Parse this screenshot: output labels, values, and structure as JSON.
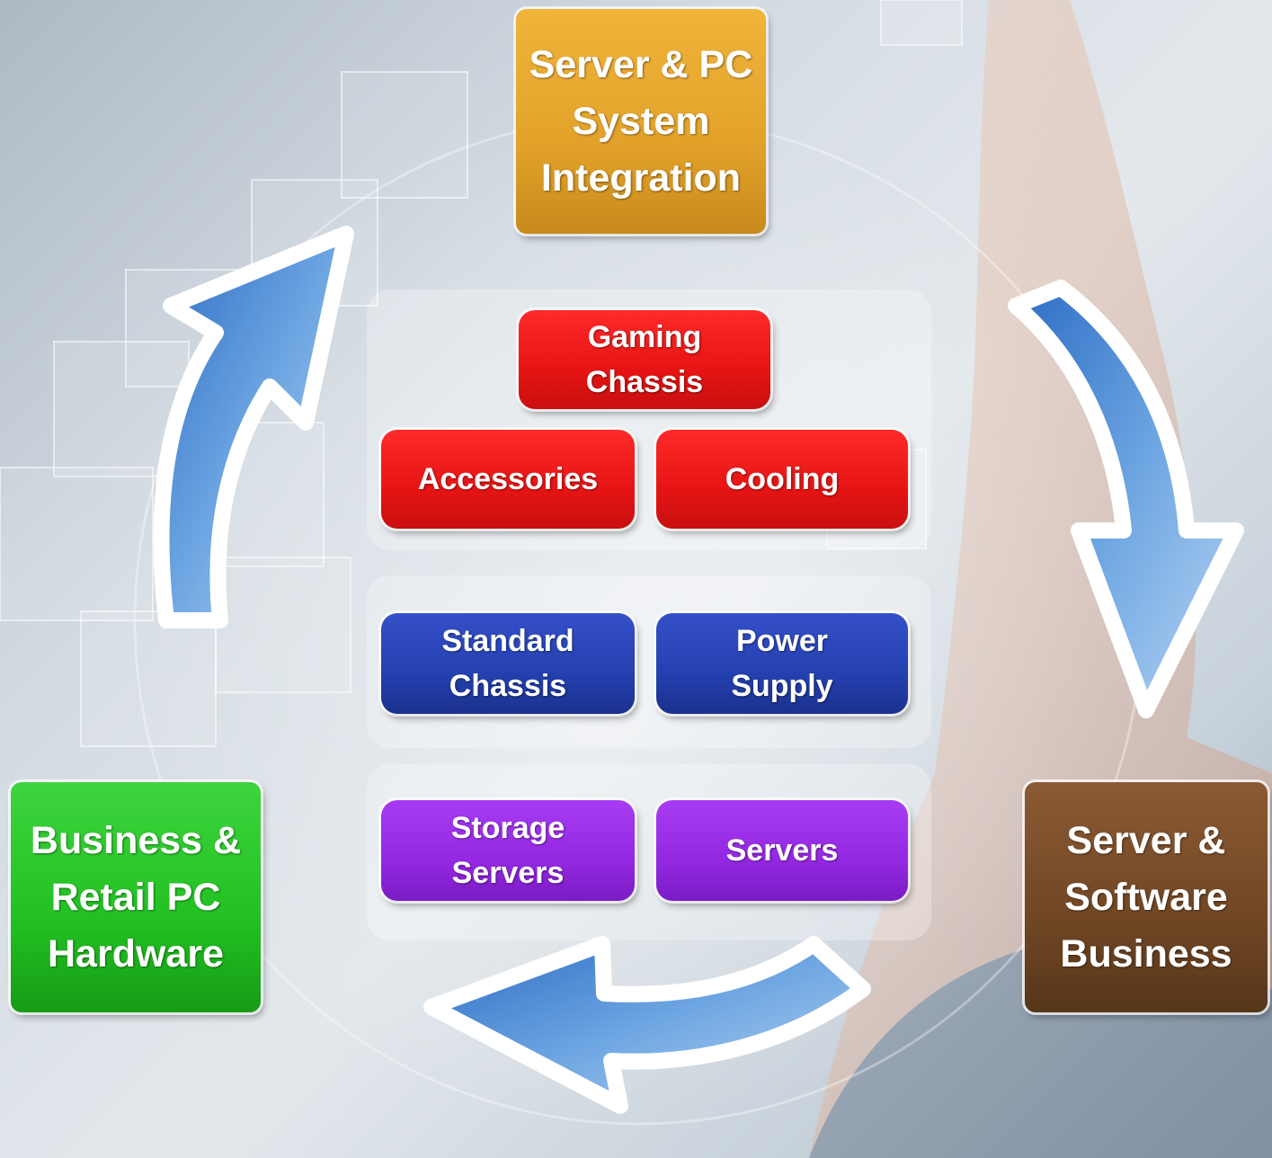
{
  "diagram": {
    "top_box": "Server & PC\nSystem\nIntegration",
    "left_box": "Business &\nRetail PC\nHardware",
    "right_box": "Server &\nSoftware\nBusiness",
    "center_groups": [
      {
        "items": [
          "Gaming\nChassis",
          "Accessories",
          "Cooling"
        ]
      },
      {
        "items": [
          "Standard\nChassis",
          "Power\nSupply"
        ]
      },
      {
        "items": [
          "Storage\nServers",
          "Servers"
        ]
      }
    ]
  },
  "colors": {
    "top_box": "#e2a22a",
    "left_box": "#22c022",
    "right_box": "#704624",
    "red_items": "#e61414",
    "blue_items": "#2440b0",
    "purple_items": "#9428e2",
    "arrows": "#3a78c8"
  }
}
